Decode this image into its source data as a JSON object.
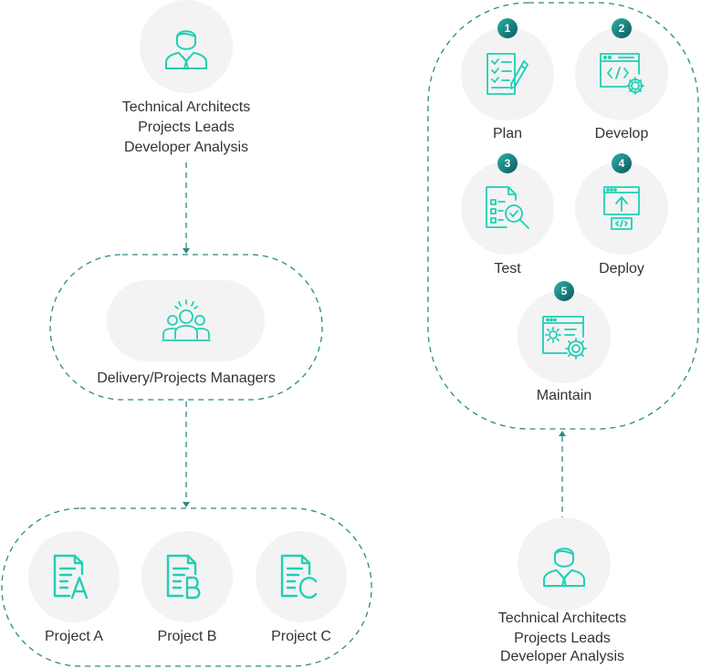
{
  "colors": {
    "accent": "#1fcfb5",
    "dash": "#2a8a86",
    "circle_bg": "#f3f3f3",
    "badge_dark": "#0e5560"
  },
  "left_top": {
    "icon": "person-icon",
    "lines": [
      "Technical Architects",
      "Projects Leads",
      "Developer Analysis"
    ]
  },
  "managers": {
    "icon": "team-icon",
    "label": "Delivery/Projects Managers"
  },
  "projects": [
    {
      "label": "Project A",
      "letter": "A"
    },
    {
      "label": "Project B",
      "letter": "B"
    },
    {
      "label": "Project C",
      "letter": "C"
    }
  ],
  "steps": [
    {
      "number": "1",
      "label": "Plan",
      "icon": "checklist-icon"
    },
    {
      "number": "2",
      "label": "Develop",
      "icon": "code-window-gear-icon"
    },
    {
      "number": "3",
      "label": "Test",
      "icon": "document-magnifier-icon"
    },
    {
      "number": "4",
      "label": "Deploy",
      "icon": "upload-window-icon"
    },
    {
      "number": "5",
      "label": "Maintain",
      "icon": "window-gears-icon"
    }
  ],
  "right_bottom": {
    "icon": "person-icon",
    "lines": [
      "Technical Architects",
      "Projects Leads",
      "Developer Analysis"
    ]
  }
}
